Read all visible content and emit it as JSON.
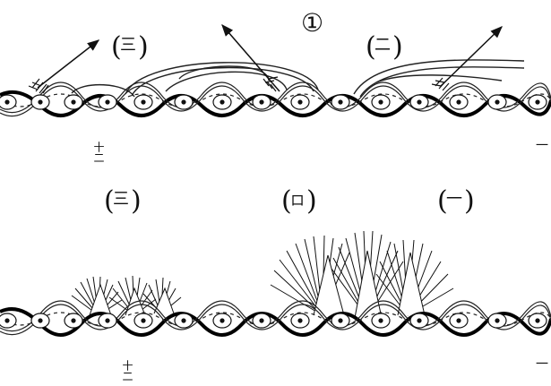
{
  "figure": {
    "top_panel": {
      "title": "①",
      "left_label": "三",
      "right_label": "二",
      "side_left_label": "十二",
      "side_right_label": "一"
    },
    "bottom_panel": {
      "left_label": "三",
      "center_label": "ロ",
      "right_label": "一",
      "side_left_label": "十二",
      "side_right_label": "一"
    }
  }
}
